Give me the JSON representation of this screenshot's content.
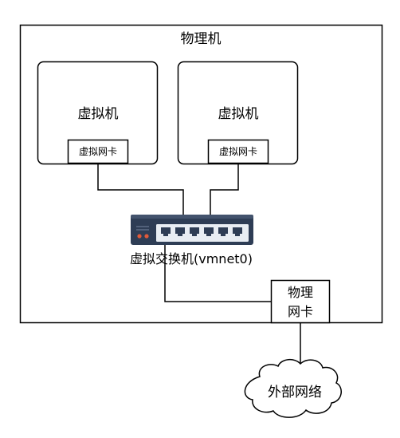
{
  "physical_machine": {
    "label": "物理机"
  },
  "vm_left": {
    "label": "虚拟机",
    "nic_label": "虚拟网卡"
  },
  "vm_right": {
    "label": "虚拟机",
    "nic_label": "虚拟网卡"
  },
  "switch": {
    "label": "虚拟交换机(vmnet0)",
    "port_count": 6,
    "colors": {
      "body": "#2e3d55",
      "port_panel": "#e8edf3",
      "port": "#2e3d55",
      "led": "#e05a3a"
    }
  },
  "physical_nic": {
    "line1": "物理",
    "line2": "网卡"
  },
  "external_network": {
    "label": "外部网络"
  }
}
